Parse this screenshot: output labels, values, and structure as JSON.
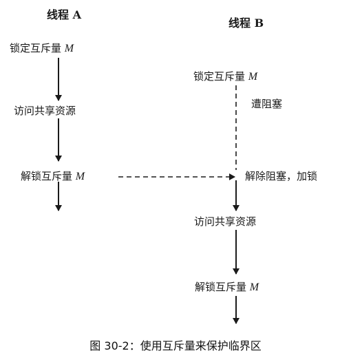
{
  "thread_a": {
    "header": "线程 A",
    "lock": "锁定互斥量",
    "access": "访问共享资源",
    "unlock": "解锁互斥量"
  },
  "thread_b": {
    "header": "线程 B",
    "lock": "锁定互斥量",
    "blocked": "遭阻塞",
    "unblock": "解除阻塞，加锁",
    "access": "访问共享资源",
    "unlock": "解锁互斥量"
  },
  "mutex_var": "M",
  "caption": "图 30-2：使用互斥量来保护临界区",
  "colors": {
    "ink": "#1a1a1a"
  }
}
